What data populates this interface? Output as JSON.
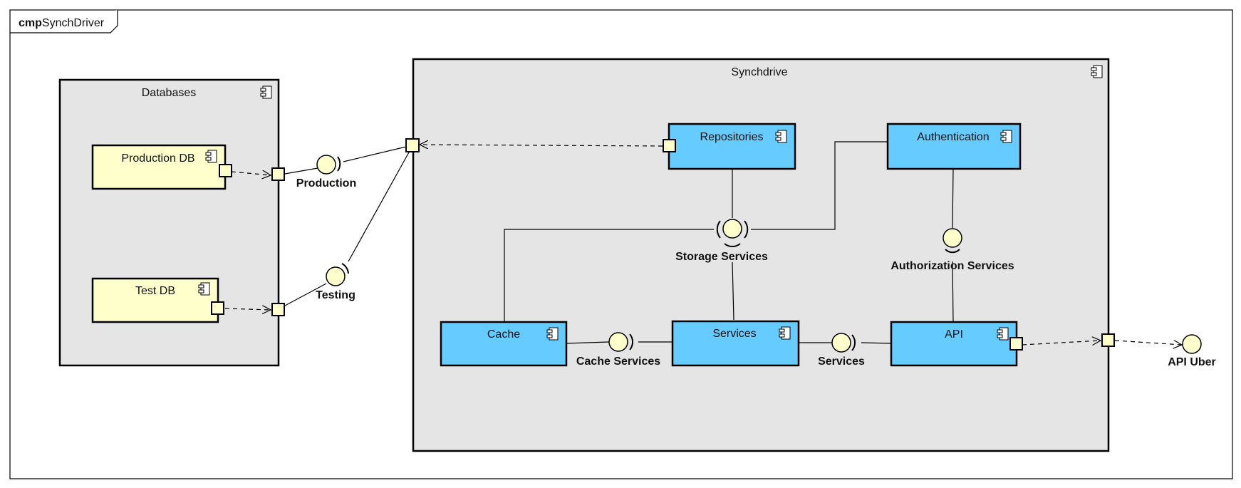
{
  "frame": {
    "keyword": "cmp",
    "name": "SynchDriver"
  },
  "containers": {
    "databases": "Databases",
    "synchdrive": "Synchdrive"
  },
  "components": {
    "production_db": "Production DB",
    "test_db": "Test DB",
    "repositories": "Repositories",
    "authentication": "Authentication",
    "cache": "Cache",
    "services": "Services",
    "api": "API"
  },
  "interfaces": {
    "production": "Production",
    "testing": "Testing",
    "storage_services": "Storage Services",
    "authorization_services": "Authorization Services",
    "cache_services": "Cache Services",
    "services": "Services",
    "api_uber": "API Uber"
  },
  "colors": {
    "container_fill": "#e5e5e5",
    "db_component_fill": "#ffffcc",
    "app_component_fill": "#66ccff",
    "interface_fill": "#ffffcc",
    "port_fill": "#ffffcc",
    "line": "#000000"
  },
  "icons": {
    "component": "component-icon"
  }
}
